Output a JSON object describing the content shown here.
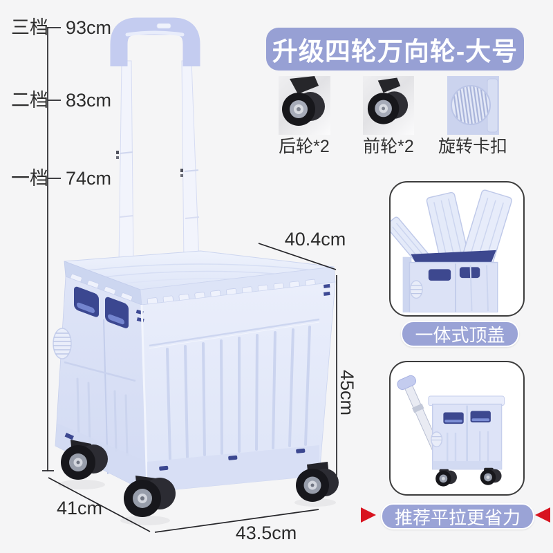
{
  "banner": {
    "text": "升级四轮万向轮-大号"
  },
  "height_gauge": {
    "levels": [
      {
        "name": "三档",
        "value": "93cm"
      },
      {
        "name": "二档",
        "value": "83cm"
      },
      {
        "name": "一档",
        "value": "74cm"
      }
    ]
  },
  "dimensions": {
    "lid_width": "40.4cm",
    "height": "45cm",
    "depth": "41cm",
    "width": "43.5cm"
  },
  "features": [
    {
      "label": "后轮*2",
      "icon": "rear-wheel-photo"
    },
    {
      "label": "前轮*2",
      "icon": "front-wheel-photo"
    },
    {
      "label": "旋转卡扣",
      "icon": "rotating-buckle-photo"
    }
  ],
  "callouts": {
    "lid": {
      "label": "一体式顶盖"
    },
    "pull": {
      "label": "推荐平拉更省力"
    }
  },
  "colors": {
    "background": "#f5f5f6",
    "banner_bg": "#97a0d4",
    "pill_bg": "#9aa3d6",
    "arrow_red": "#d81420",
    "cart_body": "#e3e9f9",
    "window_navy": "#3b4790",
    "dimension_text": "#2c2c2c"
  }
}
